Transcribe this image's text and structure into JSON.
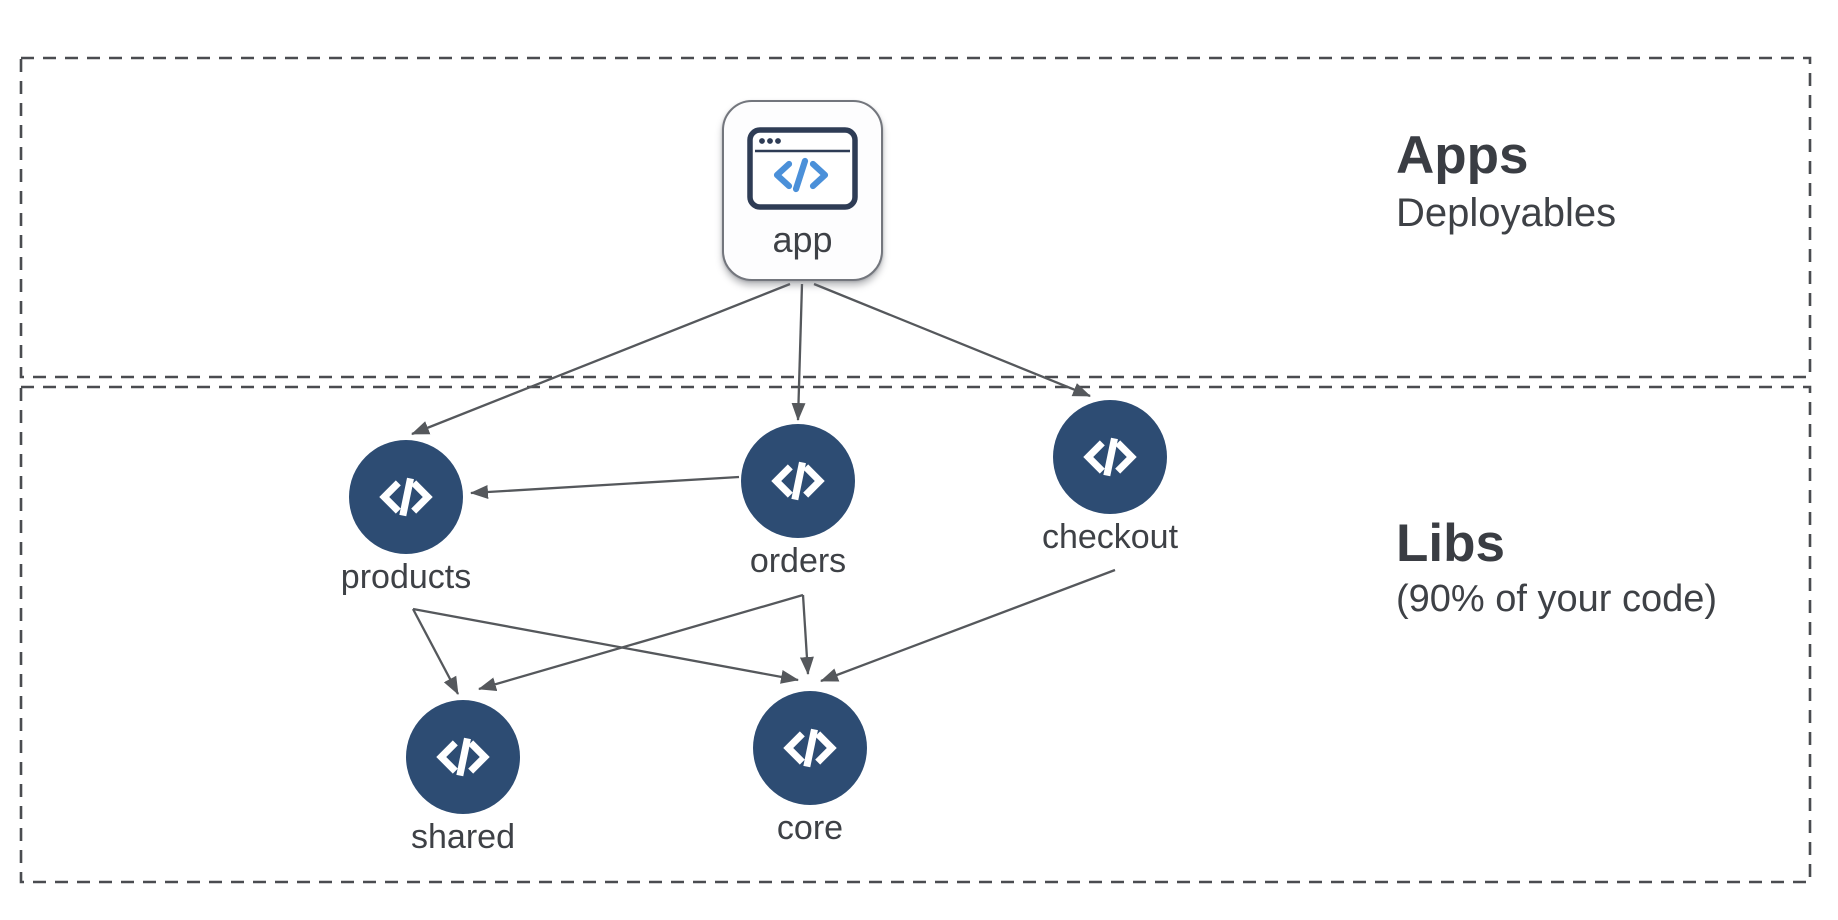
{
  "diagram": {
    "sections": {
      "apps": {
        "title": "Apps",
        "subtitle": "Deployables"
      },
      "libs": {
        "title": "Libs",
        "subtitle": "(90% of your code)"
      }
    },
    "nodes": {
      "app": {
        "label": "app",
        "icon": "browser-code-icon"
      },
      "products": {
        "label": "products",
        "icon": "code-icon"
      },
      "orders": {
        "label": "orders",
        "icon": "code-icon"
      },
      "checkout": {
        "label": "checkout",
        "icon": "code-icon"
      },
      "shared": {
        "label": "shared",
        "icon": "code-icon"
      },
      "core": {
        "label": "core",
        "icon": "code-icon"
      }
    },
    "edges": [
      {
        "from": "app",
        "to": "products"
      },
      {
        "from": "app",
        "to": "orders"
      },
      {
        "from": "app",
        "to": "checkout"
      },
      {
        "from": "orders",
        "to": "products"
      },
      {
        "from": "products",
        "to": "shared"
      },
      {
        "from": "products",
        "to": "core"
      },
      {
        "from": "orders",
        "to": "shared"
      },
      {
        "from": "orders",
        "to": "core"
      },
      {
        "from": "checkout",
        "to": "core"
      }
    ],
    "colors": {
      "lib_node_fill": "#2d4c73",
      "node_glyph": "#ffffff",
      "app_icon_frame": "#2e3c55",
      "app_icon_code": "#4b90d9",
      "edge": "#55585c",
      "section_border": "#4a4c50",
      "text": "#3e4146",
      "background": "#ffffff"
    }
  }
}
